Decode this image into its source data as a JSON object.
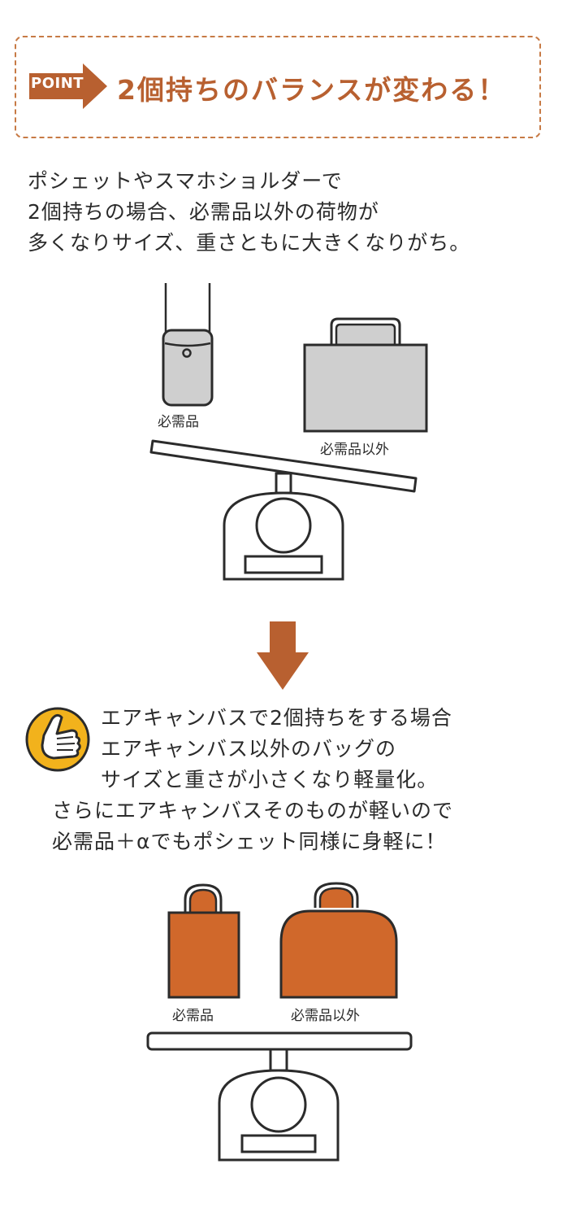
{
  "header": {
    "point_tag": "POINT",
    "headline": "2個持ちのバランスが変わる！"
  },
  "intro": {
    "lines": [
      "ポシェットやスマホショルダーで",
      "2個持ちの場合、必需品以外の荷物が",
      "多くなりサイズ、重さともに大きくなりがち。"
    ]
  },
  "diagram_before": {
    "label_small": "必需品",
    "label_large": "必需品以外"
  },
  "explanation": {
    "lines": [
      "エアキャンバスで2個持ちをする場合",
      "エアキャンバス以外のバッグの",
      "サイズと重さが小さくなり軽量化。",
      "さらにエアキャンバスそのものが軽いので",
      "必需品＋αでもポシェット同様に身軽に！"
    ]
  },
  "diagram_after": {
    "label_small": "必需品",
    "label_large": "必需品以外"
  },
  "colors": {
    "accent": "#b86030",
    "bag_orange": "#d0682b",
    "bag_gray": "#cfcfcf",
    "outline": "#2b2b2b",
    "hand_yellow": "#f2b21c"
  },
  "icons": {
    "point_arrow": "arrow-right-tag",
    "down_arrow": "arrow-down",
    "hand": "pointing-hand-icon"
  }
}
